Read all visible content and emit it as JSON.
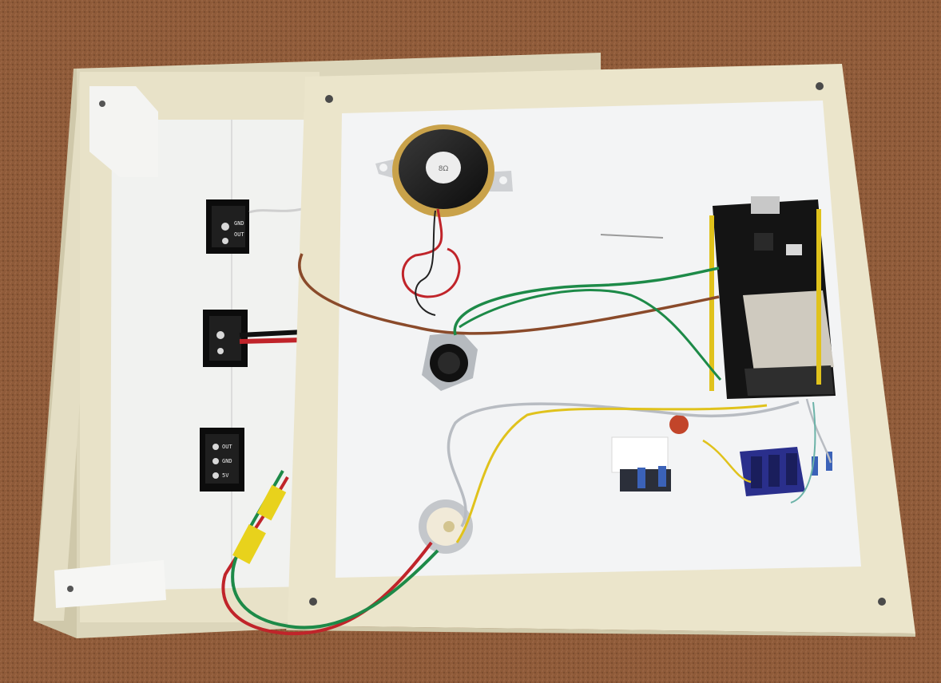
{
  "scene": {
    "description_free": true,
    "colors": {
      "carpet": "#8f5b39",
      "enclosure": "#ece6cd",
      "panel_paper": "#f3f4f5",
      "esp32_board": "#141414",
      "module_blue": "#2a2f8c",
      "wire_green": "#1d8a48",
      "wire_brown": "#8a4a2a",
      "wire_red": "#c0242a",
      "wire_yellow": "#e0c21c",
      "wire_grey": "#b8bcc2"
    }
  },
  "sensor_labels": {
    "top": [
      "GND",
      "OUT"
    ],
    "middle": [],
    "bottom": [
      "OUT",
      "GND",
      "5V"
    ]
  },
  "speaker_label": "8Ω"
}
